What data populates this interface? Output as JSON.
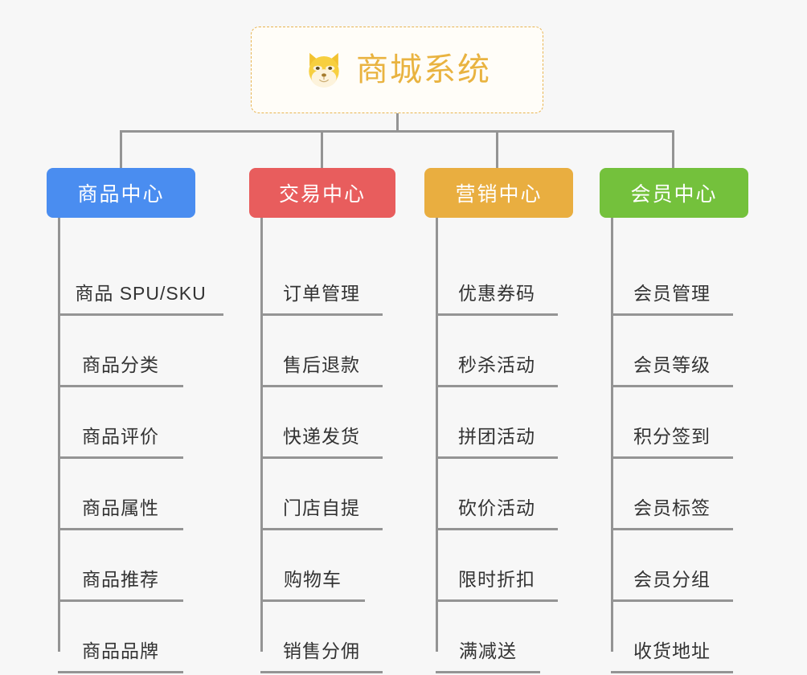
{
  "root": {
    "title": "商城系统",
    "icon": "shiba-dog-icon",
    "accent_color": "#e9b340",
    "card_background": "#fffdf8",
    "card_border_color": "#e8b552"
  },
  "canvas": {
    "background": "#f7f7f7",
    "connector_color": "#949494"
  },
  "columns": [
    {
      "name": "product-center",
      "label": "商品中心",
      "color": "#4a8df0",
      "items": [
        {
          "label": "商品 SPU/SKU"
        },
        {
          "label": "商品分类"
        },
        {
          "label": "商品评价"
        },
        {
          "label": "商品属性"
        },
        {
          "label": "商品推荐"
        },
        {
          "label": "商品品牌"
        }
      ]
    },
    {
      "name": "trade-center",
      "label": "交易中心",
      "color": "#e85d5d",
      "items": [
        {
          "label": "订单管理"
        },
        {
          "label": "售后退款"
        },
        {
          "label": "快递发货"
        },
        {
          "label": "门店自提"
        },
        {
          "label": "购物车"
        },
        {
          "label": "销售分佣"
        }
      ]
    },
    {
      "name": "marketing-center",
      "label": "营销中心",
      "color": "#e9ae40",
      "items": [
        {
          "label": "优惠券码"
        },
        {
          "label": "秒杀活动"
        },
        {
          "label": "拼团活动"
        },
        {
          "label": "砍价活动"
        },
        {
          "label": "限时折扣"
        },
        {
          "label": "满减送"
        }
      ]
    },
    {
      "name": "member-center",
      "label": "会员中心",
      "color": "#74c13c",
      "items": [
        {
          "label": "会员管理"
        },
        {
          "label": "会员等级"
        },
        {
          "label": "积分签到"
        },
        {
          "label": "会员标签"
        },
        {
          "label": "会员分组"
        },
        {
          "label": "收货地址"
        }
      ]
    }
  ]
}
